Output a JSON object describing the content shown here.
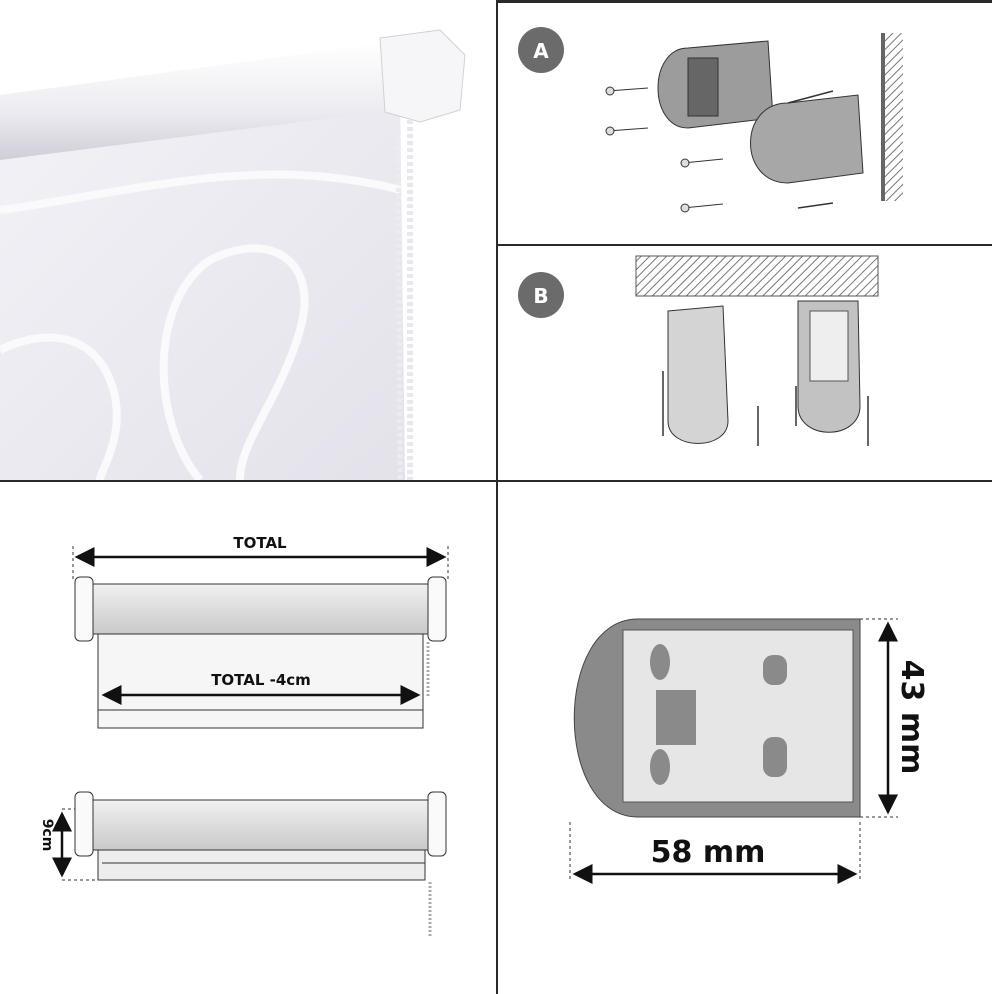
{
  "panels": {
    "product_photo": {},
    "mounting_a": {
      "badge": "A"
    },
    "mounting_b": {
      "badge": "B"
    },
    "dimensions": {
      "total_label": "TOTAL",
      "fabric_label": "TOTAL -4cm",
      "height_label": "9cm"
    },
    "bracket": {
      "height_label": "43 mm",
      "width_label": "58 mm"
    }
  },
  "colors": {
    "badge": "#6b6b6b",
    "divider": "#2a2a2a",
    "bracket_fill": "#8a8a8a",
    "bracket_inner": "#e6e6e6"
  }
}
